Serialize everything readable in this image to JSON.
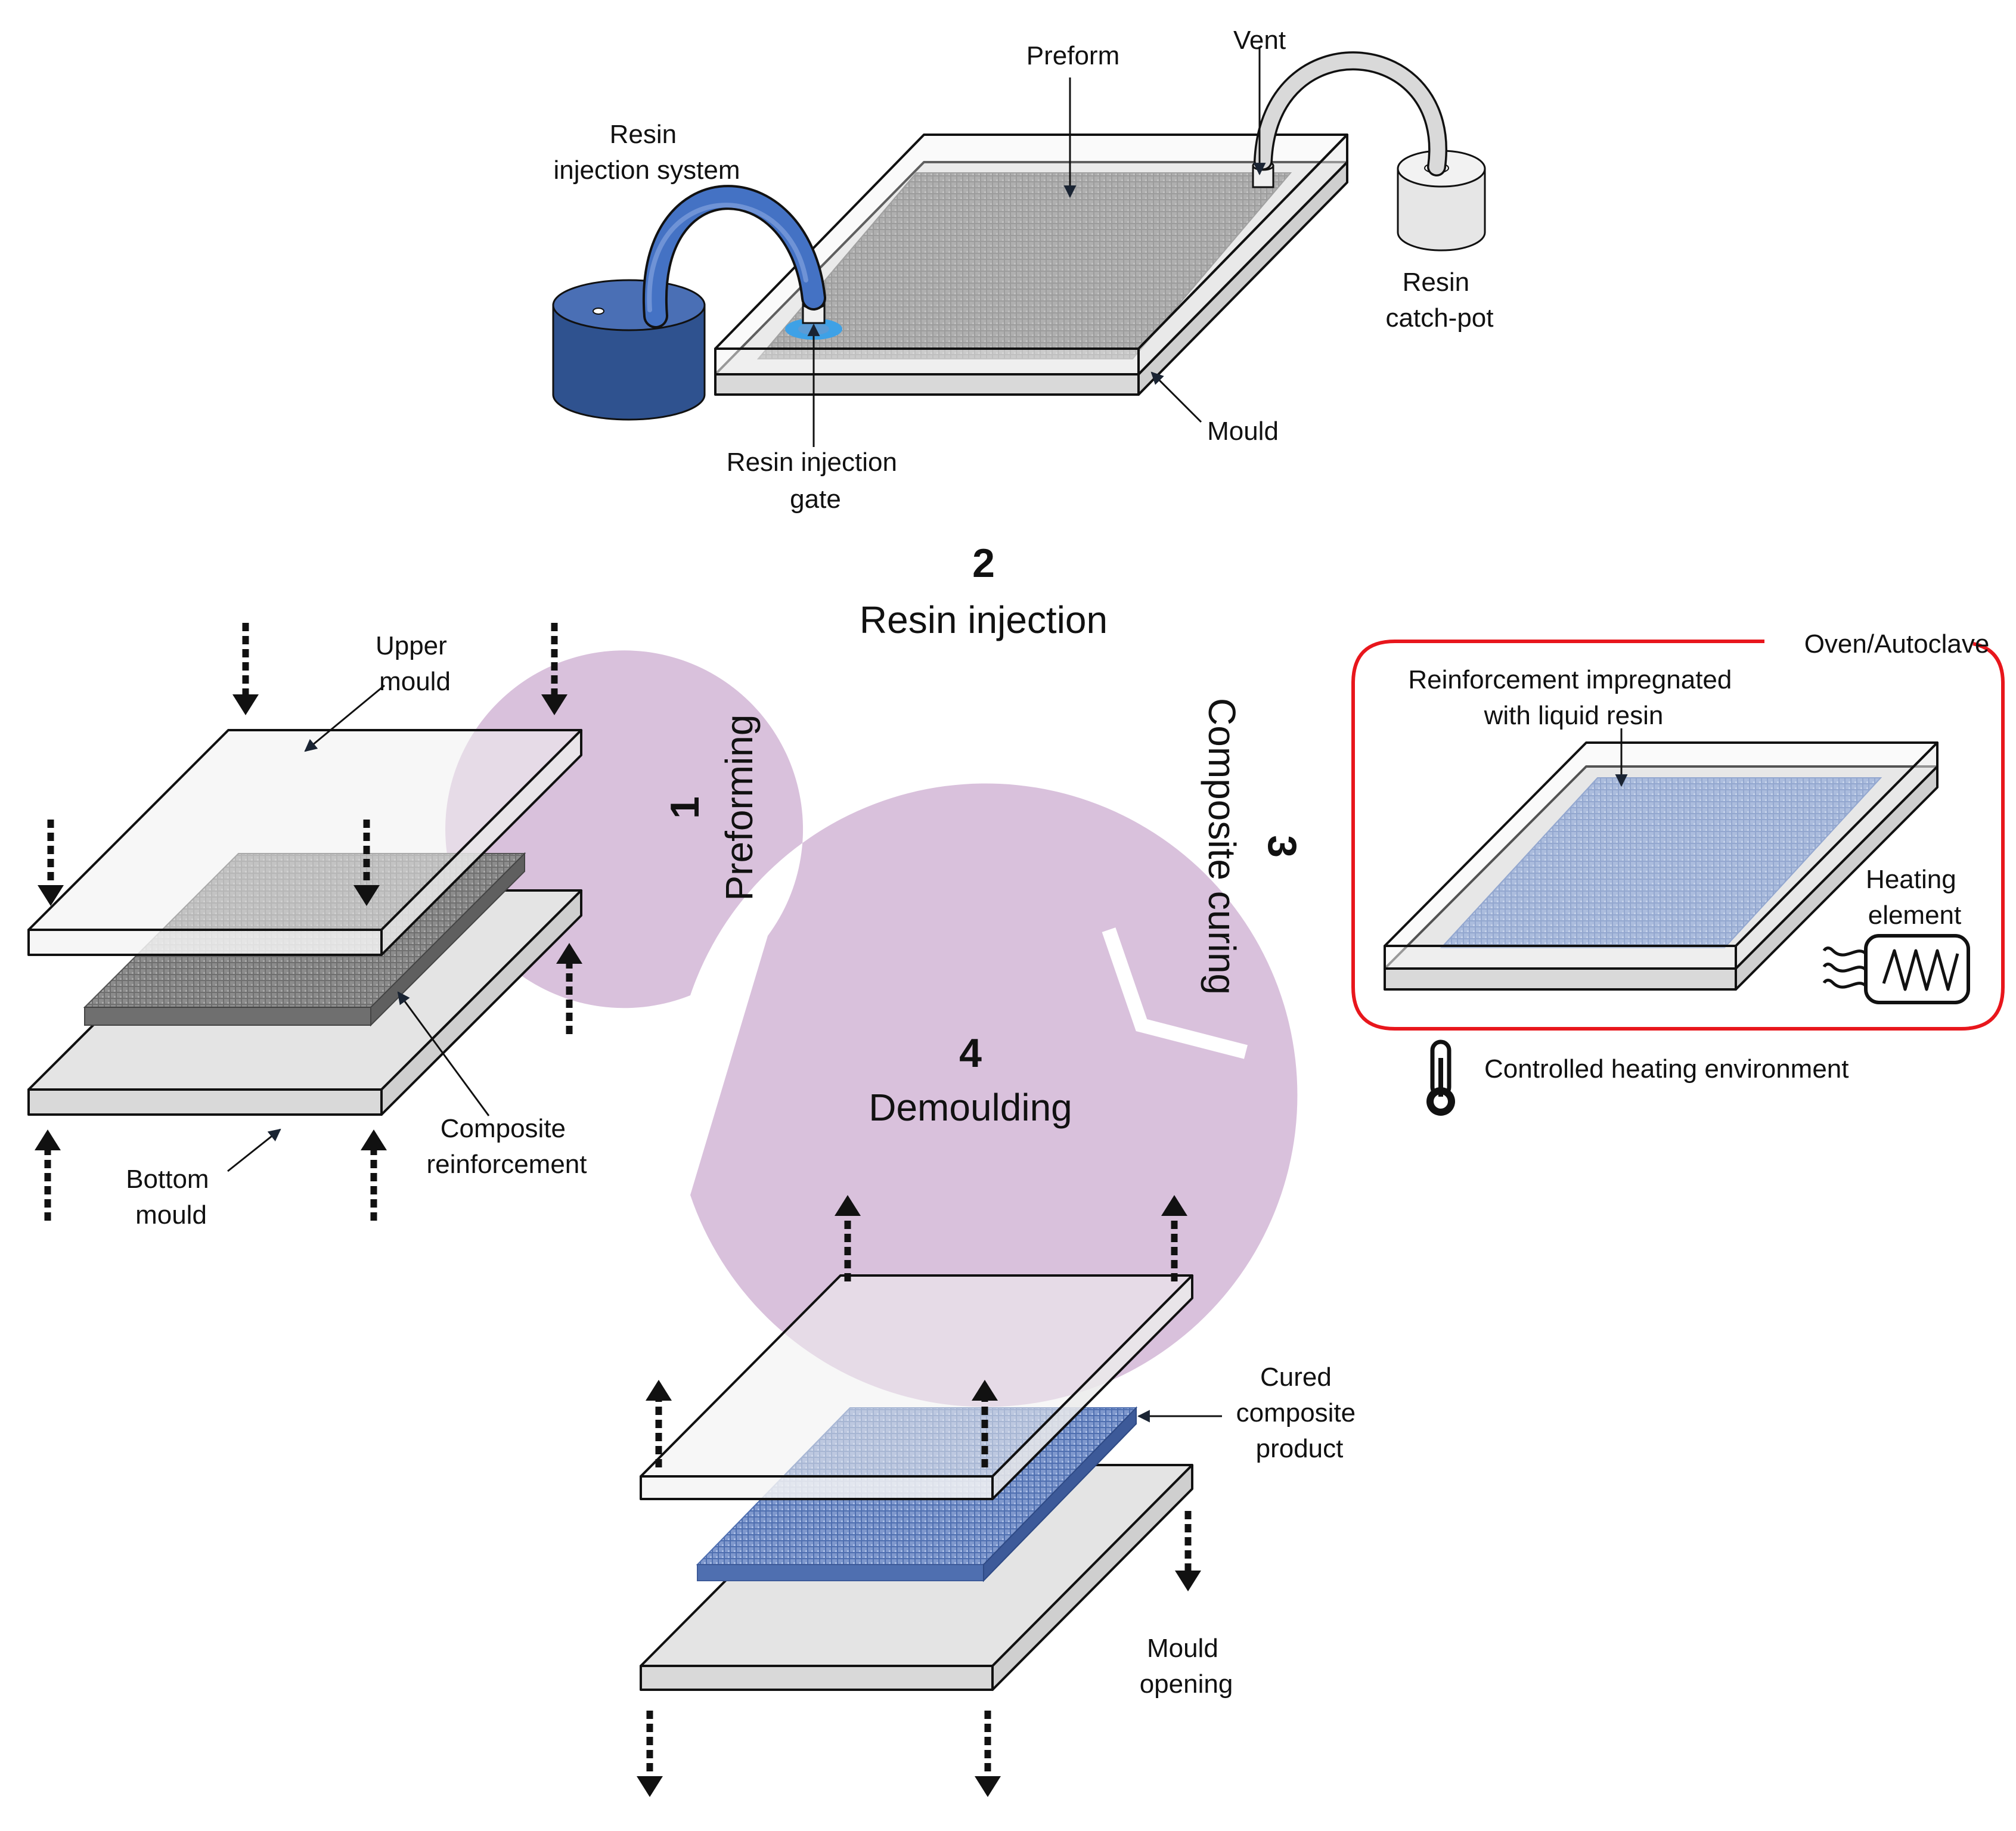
{
  "colors": {
    "cycle_ring": "#d9c1dc",
    "injection_blue": "#3558a0",
    "impregnated_blue": "#8fa7d6",
    "preform_gray": "#8f8f8f",
    "oven_border": "#e8161c",
    "mould_gray": "#d9d9d9",
    "mould_light": "#f2f2f2"
  },
  "cycle": {
    "steps": [
      {
        "number": "1",
        "title": "Preforming"
      },
      {
        "number": "2",
        "title": "Resin injection"
      },
      {
        "number": "3",
        "title": "Composite curing"
      },
      {
        "number": "4",
        "title": "Demoulding"
      }
    ]
  },
  "injection": {
    "resin_system": [
      "Resin",
      "injection system"
    ],
    "preform": "Preform",
    "vent": "Vent",
    "catch_pot": [
      "Resin",
      "catch-pot"
    ],
    "gate": [
      "Resin injection",
      "gate"
    ],
    "mould": "Mould"
  },
  "preforming": {
    "upper_mould": [
      "Upper",
      "mould"
    ],
    "bottom_mould": [
      "Bottom",
      "mould"
    ],
    "reinforcement": [
      "Composite",
      "reinforcement"
    ]
  },
  "curing": {
    "oven": "Oven/Autoclave",
    "impregnated": [
      "Reinforcement impregnated",
      "with liquid resin"
    ],
    "heating": [
      "Heating",
      "element"
    ],
    "environment": "Controlled heating environment",
    "thermometer_icon": "thermometer-icon",
    "heater_icon": "heating-coil-icon"
  },
  "demoulding": {
    "product": [
      "Cured",
      "composite",
      "product"
    ],
    "opening": [
      "Mould",
      "opening"
    ]
  }
}
